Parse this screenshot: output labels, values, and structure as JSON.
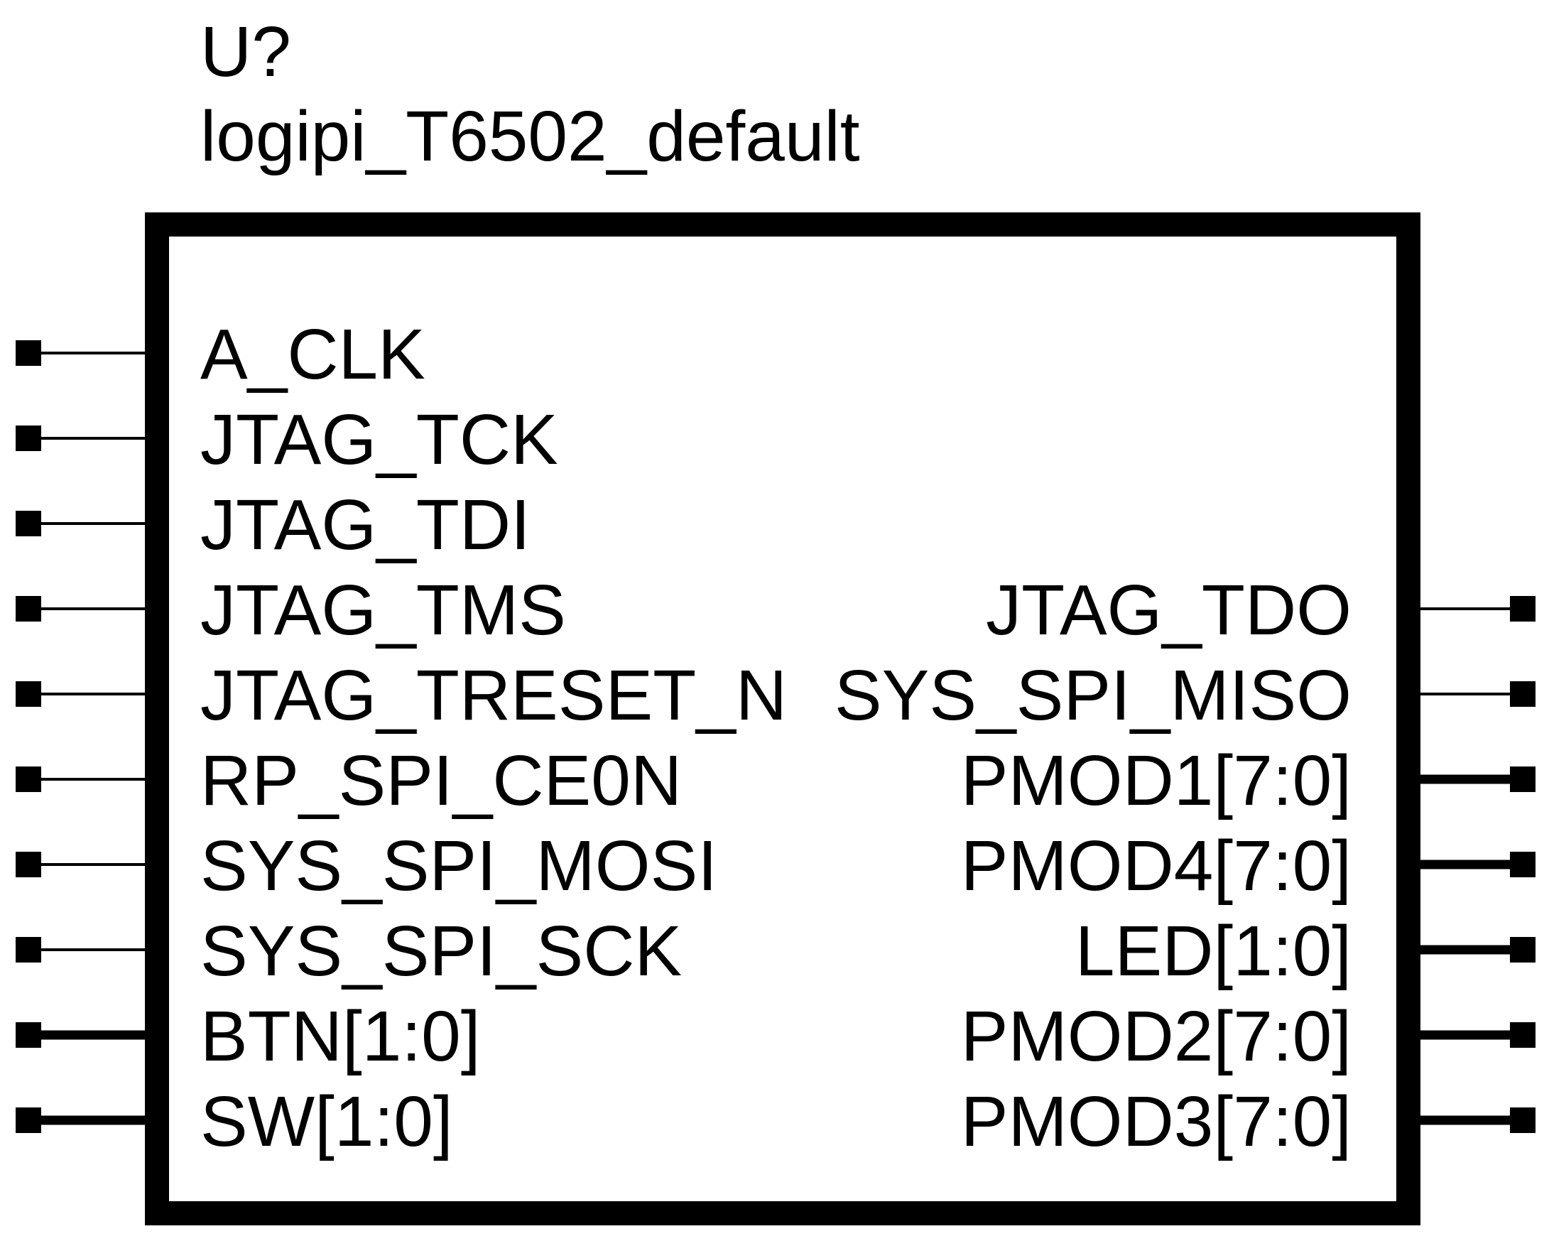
{
  "component": {
    "reference": "U?",
    "value": "logipi_T6502_default"
  },
  "colors": {
    "stroke": "#000000",
    "background": "#ffffff"
  },
  "pins_left": [
    {
      "name": "A_CLK",
      "bus": false
    },
    {
      "name": "JTAG_TCK",
      "bus": false
    },
    {
      "name": "JTAG_TDI",
      "bus": false
    },
    {
      "name": "JTAG_TMS",
      "bus": false
    },
    {
      "name": "JTAG_TRESET_N",
      "bus": false
    },
    {
      "name": "RP_SPI_CE0N",
      "bus": false
    },
    {
      "name": "SYS_SPI_MOSI",
      "bus": false
    },
    {
      "name": "SYS_SPI_SCK",
      "bus": false
    },
    {
      "name": "BTN[1:0]",
      "bus": true
    },
    {
      "name": "SW[1:0]",
      "bus": true
    }
  ],
  "pins_right": [
    {
      "name": "JTAG_TDO",
      "bus": false
    },
    {
      "name": "SYS_SPI_MISO",
      "bus": false
    },
    {
      "name": "PMOD1[7:0]",
      "bus": true
    },
    {
      "name": "PMOD4[7:0]",
      "bus": true
    },
    {
      "name": "LED[1:0]",
      "bus": true
    },
    {
      "name": "PMOD2[7:0]",
      "bus": true
    },
    {
      "name": "PMOD3[7:0]",
      "bus": true
    }
  ]
}
